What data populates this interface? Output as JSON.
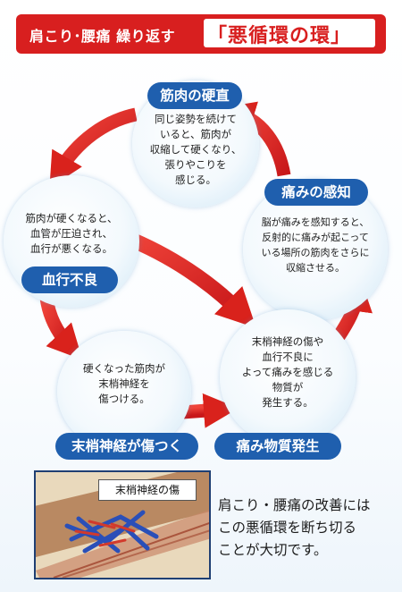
{
  "banner": {
    "prefix": "肩こり･腰痛 繰り返す",
    "title": "「悪循環の環」"
  },
  "cycle": {
    "muscle_stiffness": {
      "label": "筋肉の硬直",
      "lines": [
        "同じ姿勢を続けて",
        "いると、筋肉が",
        "収縮して硬くなり、",
        "張りやこりを",
        "感じる。"
      ]
    },
    "pain_perception": {
      "label": "痛みの感知",
      "lines": [
        "脳が痛みを感知すると、",
        "反射的に痛みが起こって",
        "いる場所の筋肉をさらに",
        "収縮させる。"
      ]
    },
    "poor_circulation": {
      "label": "血行不良",
      "lines": [
        "筋肉が硬くなると、",
        "血管が圧迫され、",
        "血行が悪くなる。"
      ]
    },
    "nerve_damage": {
      "label": "末梢神経が傷つく",
      "lines": [
        "硬くなった筋肉が",
        "末梢神経を",
        "傷つける。"
      ]
    },
    "pain_substance": {
      "label": "痛み物質発生",
      "lines": [
        "末梢神経の傷や",
        "血行不良に",
        "よって痛みを感じる",
        "物質が",
        "発生する。"
      ]
    }
  },
  "illustration": {
    "caption": "末梢神経の傷"
  },
  "closing": {
    "lines": [
      "肩こり・腰痛の改善には",
      "この悪循環を断ち切る",
      "ことが大切です。"
    ]
  },
  "colors": {
    "banner_red": "#d81f1f",
    "arrow_red": "#e02a22",
    "label_blue": "#1f5fae",
    "circle_blue": "#cfe7f6"
  }
}
